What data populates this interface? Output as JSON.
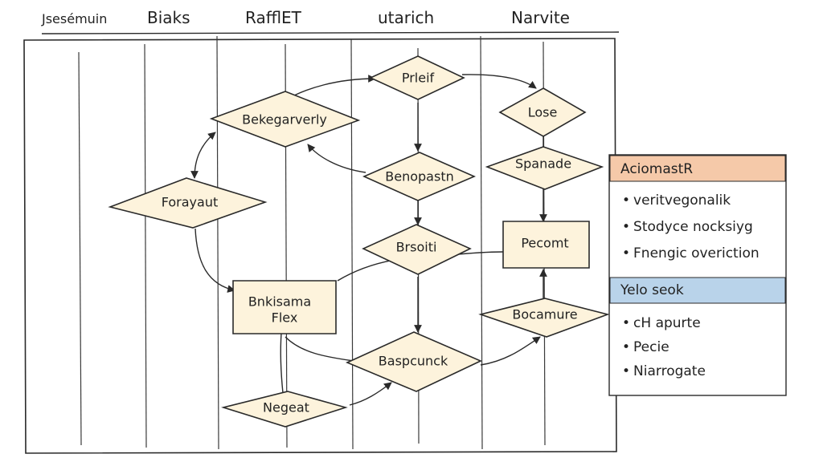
{
  "lanes": [
    {
      "label": "Jsesémuin"
    },
    {
      "label": "Biaks"
    },
    {
      "label": "RafflET"
    },
    {
      "label": "utarich"
    },
    {
      "label": "Narvite"
    }
  ],
  "nodes": {
    "preif": "Prleif",
    "lose": "Lose",
    "bekegarverly": "Bekegarverly",
    "spanade": "Spanade",
    "forayaut": "Forayaut",
    "benopastn": "Benopastn",
    "brsoiti": "Brsoiti",
    "pecomt": "Pecomt",
    "bekisama_line1": "Bnkisama",
    "bekisama_line2": "Flex",
    "bocamure": "Bocamure",
    "baspcunck": "Baspcunck",
    "negeat": "Negeat"
  },
  "legend": {
    "section1": {
      "title": "AciomastR",
      "color": "#f5c9a9",
      "items": [
        "veritvegonalik",
        "Stodyce nocksiyg",
        "Fnengic overiction"
      ]
    },
    "section2": {
      "title": "Yelo seok",
      "color": "#b9d3ea",
      "items": [
        "cH apurte",
        "Pecie",
        "Niarrogate"
      ]
    }
  },
  "colors": {
    "node_fill": "#fdf3dc",
    "ink": "#2a2a2a"
  }
}
